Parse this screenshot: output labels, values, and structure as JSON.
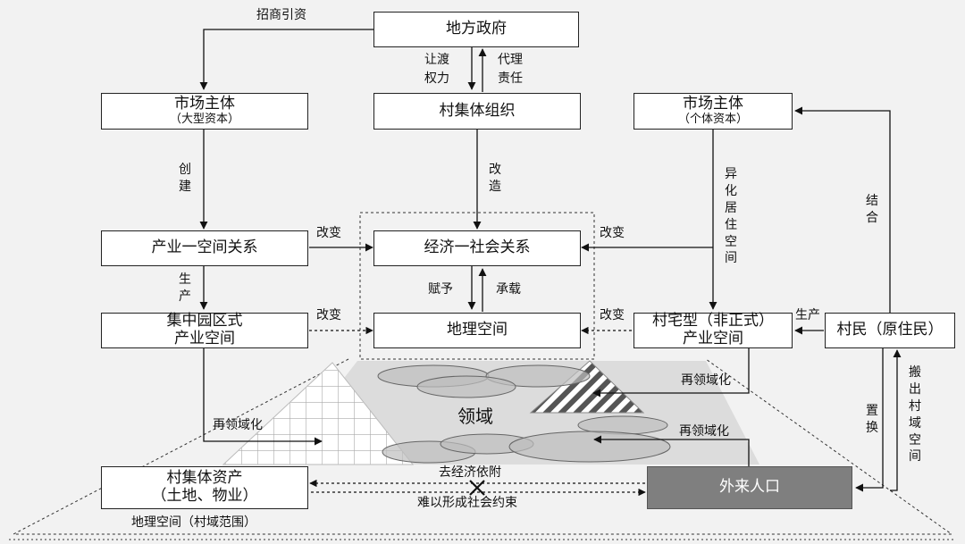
{
  "boxes": {
    "local_gov": "地方政府",
    "market_left": {
      "main": "市场主体",
      "sub": "（大型资本）"
    },
    "village_org": "村集体组织",
    "market_right": {
      "main": "市场主体",
      "sub": "（个体资本）"
    },
    "industry_space": "产业一空间关系",
    "econ_social": "经济一社会关系",
    "park": {
      "line1": "集中园区式",
      "line2": "产业空间"
    },
    "geo_space": "地理空间",
    "homestead": {
      "line1": "村宅型（非正式）",
      "line2": "产业空间"
    },
    "villagers": "村民（原住民）",
    "collective_assets": {
      "main": "村集体资产",
      "sub": "（土地、物业）"
    },
    "migrants": "外来人口"
  },
  "labels": {
    "attract": "招商引资",
    "transfer_power_1": "让渡",
    "transfer_power_2": "权力",
    "agent_resp_1": "代理",
    "agent_resp_2": "责任",
    "create": "创建",
    "transform": "改造",
    "alienated_living": "异化居住空间",
    "combine": "结合",
    "change_left_top": "改变",
    "change_right_top": "改变",
    "change_left_bottom": "改变",
    "change_right_bottom": "改变",
    "produce_left": "生产",
    "produce_right": "生产",
    "endow": "赋予",
    "carry": "承载",
    "reterritorialize_right_top": "再领域化",
    "reterritorialize_left": "再领域化",
    "reterritorialize_right_bottom": "再领域化",
    "territory": "领域",
    "replace": "置换",
    "move_out": "搬出村域空间",
    "de_economic": "去经济依附",
    "no_social_constraint": "难以形成社会约束",
    "geo_scope": "地理空间（村域范围）"
  }
}
